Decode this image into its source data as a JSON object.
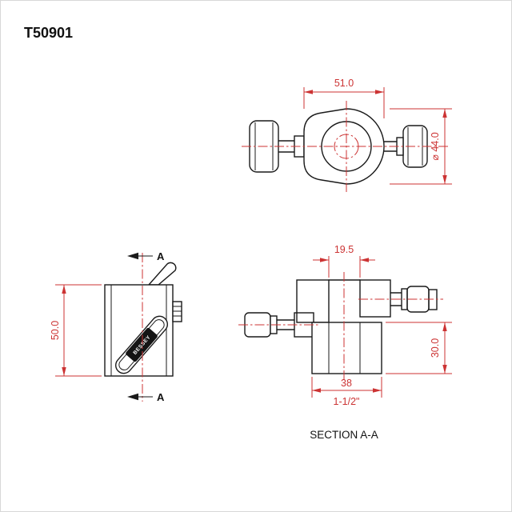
{
  "drawing": {
    "number": "T50901",
    "caption": "SECTION A-A"
  },
  "top_view": {
    "dim_width": "51.0",
    "dim_diameter": "⌀ 44.0"
  },
  "side_view": {
    "dim_height": "50.0",
    "section_label_top": "A",
    "section_label_bottom": "A",
    "handle_brand": "BESSEY"
  },
  "section_view": {
    "dim_gap": "19.5",
    "dim_height": "30.0",
    "dim_width_mm": "38",
    "dim_width_in": "1-1/2\""
  },
  "colors": {
    "dimension_red": "#cc3333",
    "line_black": "#1a1a1a",
    "background": "#ffffff"
  }
}
